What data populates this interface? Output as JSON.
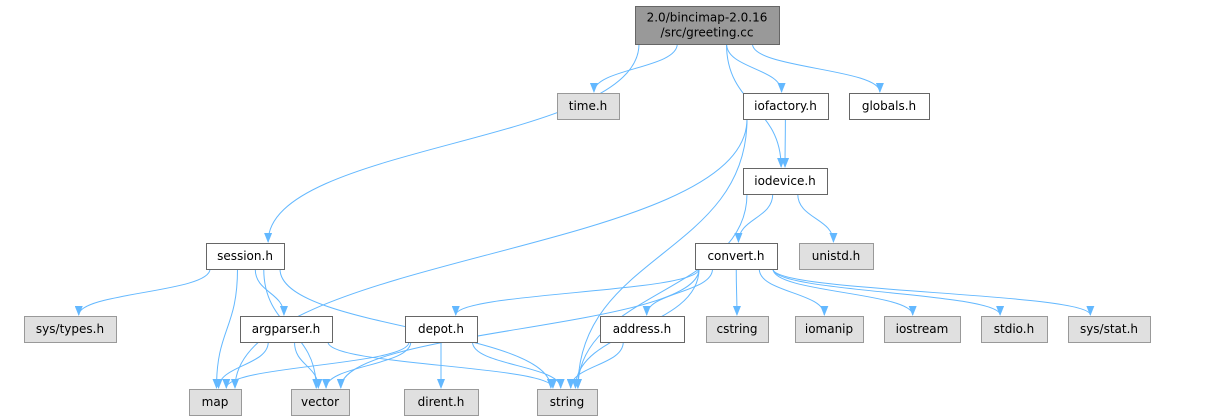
{
  "colors": {
    "edge": "#63b8ff",
    "root_fill": "#999999",
    "root_stroke": "#666666",
    "doc_fill": "#ffffff",
    "doc_stroke": "#666666",
    "sys_fill": "#e0e0e0",
    "sys_stroke": "#999999"
  },
  "nodes": [
    {
      "id": "root",
      "kind": "root",
      "lines": [
        "2.0/bincimap-2.0.16",
        "/src/greeting.cc"
      ]
    },
    {
      "id": "time",
      "kind": "sys",
      "lines": [
        "time.h"
      ]
    },
    {
      "id": "iofactory",
      "kind": "doc",
      "lines": [
        "iofactory.h"
      ]
    },
    {
      "id": "globals",
      "kind": "doc",
      "lines": [
        "globals.h"
      ]
    },
    {
      "id": "iodevice",
      "kind": "doc",
      "lines": [
        "iodevice.h"
      ]
    },
    {
      "id": "session",
      "kind": "doc",
      "lines": [
        "session.h"
      ]
    },
    {
      "id": "convert",
      "kind": "doc",
      "lines": [
        "convert.h"
      ]
    },
    {
      "id": "unistd",
      "kind": "sys",
      "lines": [
        "unistd.h"
      ]
    },
    {
      "id": "systypes",
      "kind": "sys",
      "lines": [
        "sys/types.h"
      ]
    },
    {
      "id": "argparser",
      "kind": "doc",
      "lines": [
        "argparser.h"
      ]
    },
    {
      "id": "depot",
      "kind": "doc",
      "lines": [
        "depot.h"
      ]
    },
    {
      "id": "address",
      "kind": "doc",
      "lines": [
        "address.h"
      ]
    },
    {
      "id": "cstring",
      "kind": "sys",
      "lines": [
        "cstring"
      ]
    },
    {
      "id": "iomanip",
      "kind": "sys",
      "lines": [
        "iomanip"
      ]
    },
    {
      "id": "iostream",
      "kind": "sys",
      "lines": [
        "iostream"
      ]
    },
    {
      "id": "stdio",
      "kind": "sys",
      "lines": [
        "stdio.h"
      ]
    },
    {
      "id": "sysstat",
      "kind": "sys",
      "lines": [
        "sys/stat.h"
      ]
    },
    {
      "id": "map",
      "kind": "sys",
      "lines": [
        "map"
      ]
    },
    {
      "id": "vector",
      "kind": "sys",
      "lines": [
        "vector"
      ]
    },
    {
      "id": "dirent",
      "kind": "sys",
      "lines": [
        "dirent.h"
      ]
    },
    {
      "id": "string",
      "kind": "sys",
      "lines": [
        "string"
      ]
    }
  ],
  "edges": [
    [
      "root",
      "time"
    ],
    [
      "root",
      "iofactory"
    ],
    [
      "root",
      "globals"
    ],
    [
      "root",
      "iodevice"
    ],
    [
      "root",
      "session"
    ],
    [
      "iofactory",
      "iodevice"
    ],
    [
      "iofactory",
      "map"
    ],
    [
      "iofactory",
      "string"
    ],
    [
      "iodevice",
      "convert"
    ],
    [
      "iodevice",
      "unistd"
    ],
    [
      "iodevice",
      "string"
    ],
    [
      "session",
      "systypes"
    ],
    [
      "session",
      "argparser"
    ],
    [
      "session",
      "map"
    ],
    [
      "session",
      "vector"
    ],
    [
      "session",
      "string"
    ],
    [
      "convert",
      "depot"
    ],
    [
      "convert",
      "address"
    ],
    [
      "convert",
      "cstring"
    ],
    [
      "convert",
      "iomanip"
    ],
    [
      "convert",
      "iostream"
    ],
    [
      "convert",
      "stdio"
    ],
    [
      "convert",
      "sysstat"
    ],
    [
      "convert",
      "vector"
    ],
    [
      "convert",
      "string"
    ],
    [
      "argparser",
      "map"
    ],
    [
      "argparser",
      "vector"
    ],
    [
      "argparser",
      "string"
    ],
    [
      "depot",
      "map"
    ],
    [
      "depot",
      "vector"
    ],
    [
      "depot",
      "dirent"
    ],
    [
      "depot",
      "string"
    ],
    [
      "address",
      "string"
    ]
  ]
}
